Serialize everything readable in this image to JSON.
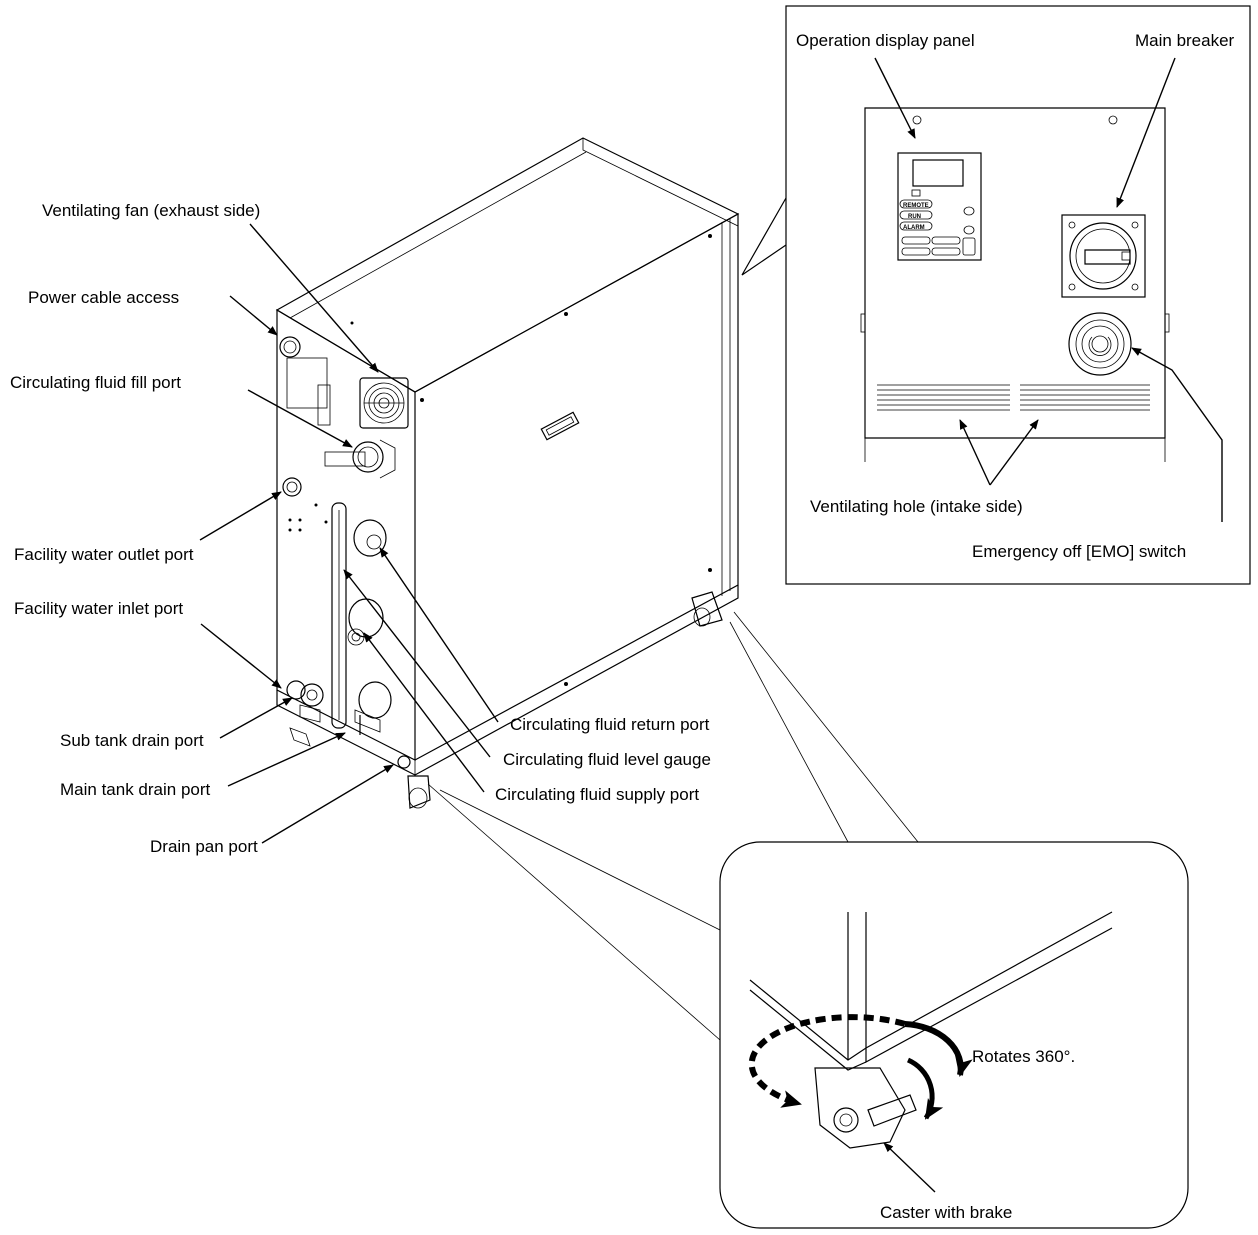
{
  "labels": {
    "ventilating_fan": "Ventilating fan (exhaust side)",
    "power_cable": "Power cable access",
    "fill_port": "Circulating fluid fill port",
    "facility_outlet": "Facility water outlet port",
    "facility_inlet": "Facility water inlet port",
    "sub_tank_drain": "Sub tank drain port",
    "main_tank_drain": "Main tank drain port",
    "drain_pan": "Drain pan port",
    "return_port": "Circulating fluid return port",
    "level_gauge": "Circulating fluid level gauge",
    "supply_port": "Circulating fluid supply port",
    "operation_panel": "Operation display panel",
    "main_breaker": "Main breaker",
    "vent_hole": "Ventilating hole (intake side)",
    "emo_switch": "Emergency off [EMO] switch",
    "rotates": "Rotates 360°.",
    "caster": "Caster with brake"
  },
  "panel_buttons": {
    "remote": "REMOTE",
    "run": "RUN",
    "alarm": "ALARM"
  }
}
